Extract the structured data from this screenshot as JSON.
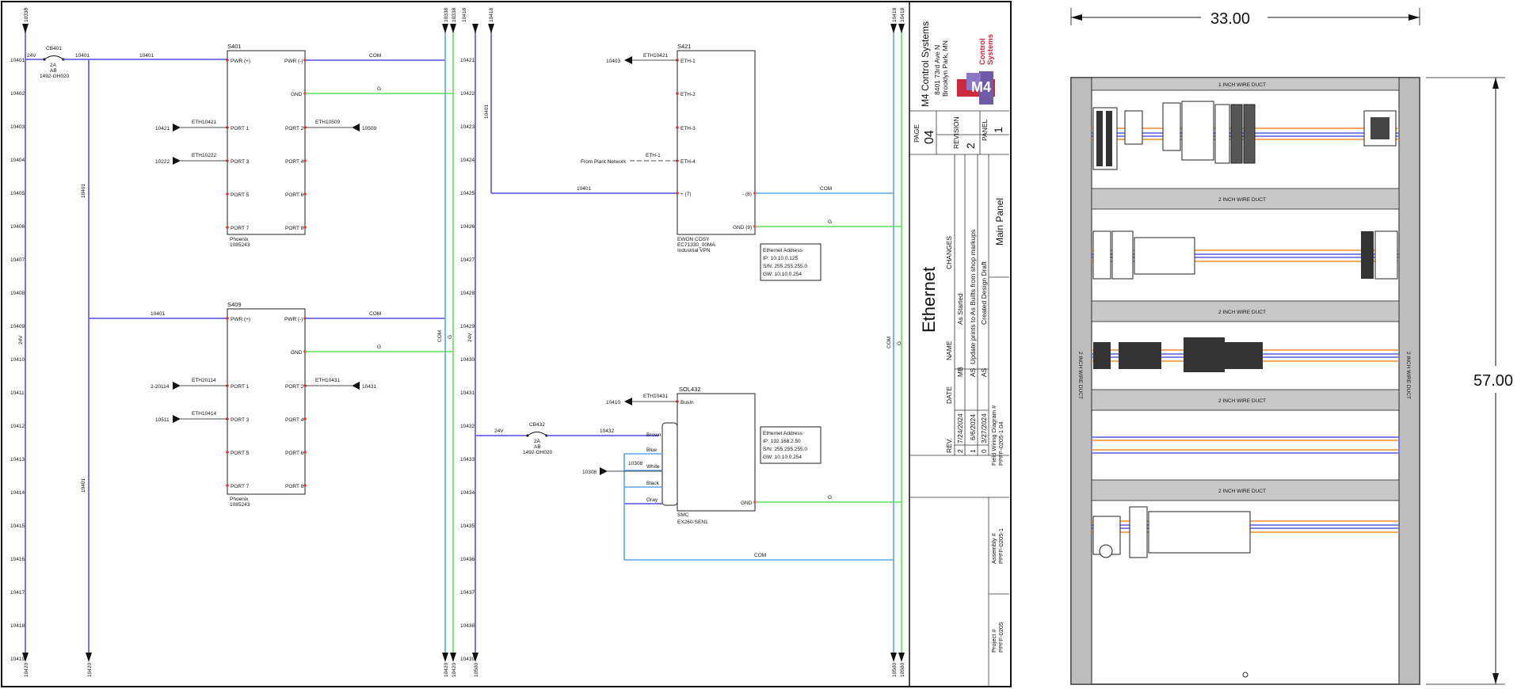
{
  "rails": {
    "left_top": "10338",
    "left_bottom": "10420",
    "mid1_top": "10338",
    "mid1_bottom": "10420",
    "mid2_top": "10418",
    "mid2_bottom": "10500",
    "right_top": "10418",
    "right_bottom": "10500",
    "rail_24v": "24V",
    "rail_com": "COM",
    "rail_g": "G"
  },
  "rows_left": [
    "10401",
    "10402",
    "10403",
    "10404",
    "10405",
    "10406",
    "10407",
    "10408",
    "10409",
    "10410",
    "10411",
    "10412",
    "10413",
    "10414",
    "10415",
    "10416",
    "10417",
    "10418",
    "10419"
  ],
  "rows_mid": [
    "10421",
    "10422",
    "10423",
    "10424",
    "10425",
    "10426",
    "10427",
    "10428",
    "10429",
    "10430",
    "10431",
    "10432",
    "10433",
    "10434",
    "10435",
    "10436",
    "10437",
    "10438",
    "10439"
  ],
  "breaker1": {
    "tag": "CB401",
    "amps": "2A",
    "mfr": "AB",
    "part": "1492-GH020",
    "in_label": "24V",
    "out_wire": "10401"
  },
  "breaker2": {
    "tag": "CB432",
    "amps": "2A",
    "mfr": "AB",
    "part": "1492-GH020",
    "in_label": "24V",
    "out_wire": "10432"
  },
  "wire_10401": "10401",
  "wire_com": "COM",
  "wire_g": "G",
  "switch1": {
    "tag": "S401",
    "mfr": "Phoenix",
    "part": "1085243",
    "pins_left": [
      "PWR (+)",
      "PORT 1",
      "PORT 3",
      "PORT 5",
      "PORT 7"
    ],
    "pins_right": [
      "PWR (-)",
      "GND",
      "PORT 2",
      "PORT 4",
      "PORT 6",
      "PORT 8"
    ],
    "p1_wire": "ETH10421",
    "p1_ref": "10421",
    "p3_wire": "ETH10222",
    "p3_ref": "10222",
    "p2_wire": "ETH10509",
    "p2_ref": "10509"
  },
  "switch2": {
    "tag": "S409",
    "mfr": "Phoenix",
    "part": "1085243",
    "pins_left": [
      "PWR (+)",
      "PORT 1",
      "PORT 3",
      "PORT 5",
      "PORT 7"
    ],
    "pins_right": [
      "PWR (-)",
      "GND",
      "PORT 2",
      "PORT 4",
      "PORT 6",
      "PORT 8"
    ],
    "p1_wire": "ETH20114",
    "p1_ref": "2-20114",
    "p3_wire": "ETH10414",
    "p3_ref": "10511",
    "p2_wire": "ETH10431",
    "p2_ref": "10431"
  },
  "vpn": {
    "tag": "S421",
    "mfr": "EWON COSY",
    "part": "EC71330_00MA",
    "desc": "Industrial VPN",
    "pins_left": [
      "ETH-1",
      "ETH-2",
      "ETH-3",
      "ETH-4",
      "+ (7)"
    ],
    "pins_right": [
      "- (8)",
      "GND (9)"
    ],
    "eth1_wire": "ETH10421",
    "eth1_ref": "10403",
    "eth4_wire": "ETH-1",
    "eth4_ref": "From Plant Network",
    "addr": [
      "Ethernet Address",
      "IP:  10.10.0.125",
      "S/N:  255.255.255.0",
      "GW:  10.10.0.254"
    ]
  },
  "sol": {
    "tag": "SOL432",
    "mfr": "SMC",
    "part": "EX260-SEN1",
    "busin": "BusIn",
    "gnd": "GND",
    "cores": [
      "Brown",
      "Blue",
      "White",
      "Black",
      "Gray"
    ],
    "bus_wire": "ETH10431",
    "bus_ref": "10410",
    "white_wire": "10308",
    "white_ref": "10308",
    "addr": [
      "Ethernet Address",
      "IP: 192.168.2.50",
      "S/N: 255.255.255.0",
      "GW:  10.10.0.254"
    ]
  },
  "title_block": {
    "company": "M4 Control Systems",
    "street": "8401 73rd Ave N",
    "city": "Brooklyn Park, MN",
    "logo_a": "Control",
    "logo_b": "Systems",
    "logo_m4": "M4",
    "page_label": "PAGE",
    "page": "04",
    "revision_label": "REVISION",
    "revision": "2",
    "panel_label": "PANEL",
    "panel": "1",
    "title": "Ethernet",
    "changes_label": "CHANGES",
    "changes": [
      "As Started",
      "Update prints to As Builts from shop markups",
      "Created Design Draft"
    ],
    "name_label": "NAME",
    "names": [
      "MB",
      "AS",
      "AS"
    ],
    "date_label": "DATE",
    "dates": [
      "7/24/2024",
      "6/6/2024",
      "3/27/2024"
    ],
    "rev_label": "REV.",
    "revs": [
      "2",
      "1",
      "0"
    ],
    "panel_name": "Main Panel",
    "fwd_label": "Field Wiring Diagram #",
    "fwd": "PPFF-0205-1 04",
    "asm_label": "Assembly #",
    "asm": "PPFF-0205-1",
    "proj_label": "Project #",
    "proj": "PPFF-0205"
  },
  "panel_layout": {
    "width": "33.00",
    "height": "57.00",
    "duct_1": "1 INCH WIRE DUCT",
    "duct_2": "2 INCH WIRE DUCT",
    "side_duct": "2 INCH WIRE DUCT"
  }
}
